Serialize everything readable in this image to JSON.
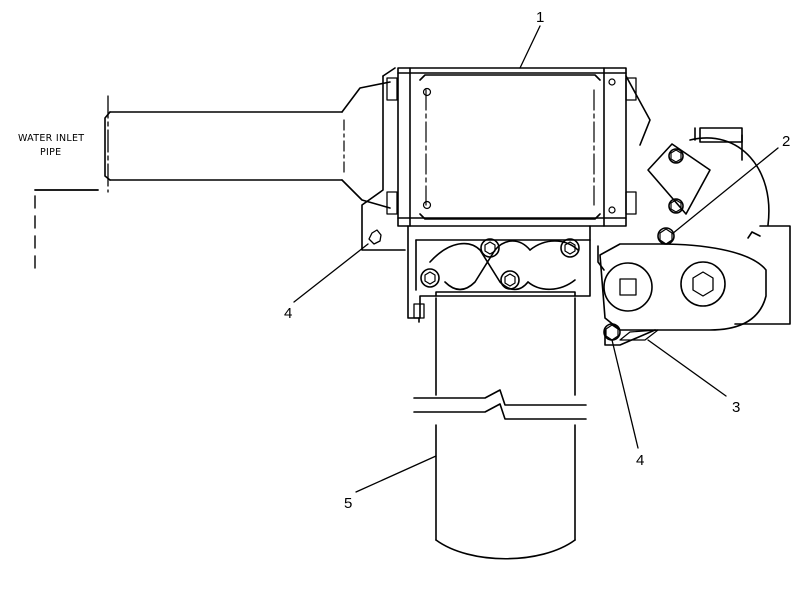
{
  "diagram": {
    "inlet_label_line1": "WATER INLET",
    "inlet_label_line2": "PIPE",
    "callouts": [
      "1",
      "2",
      "3",
      "4",
      "4",
      "5"
    ]
  },
  "colors": {
    "line": "#000000",
    "background": "#ffffff"
  }
}
